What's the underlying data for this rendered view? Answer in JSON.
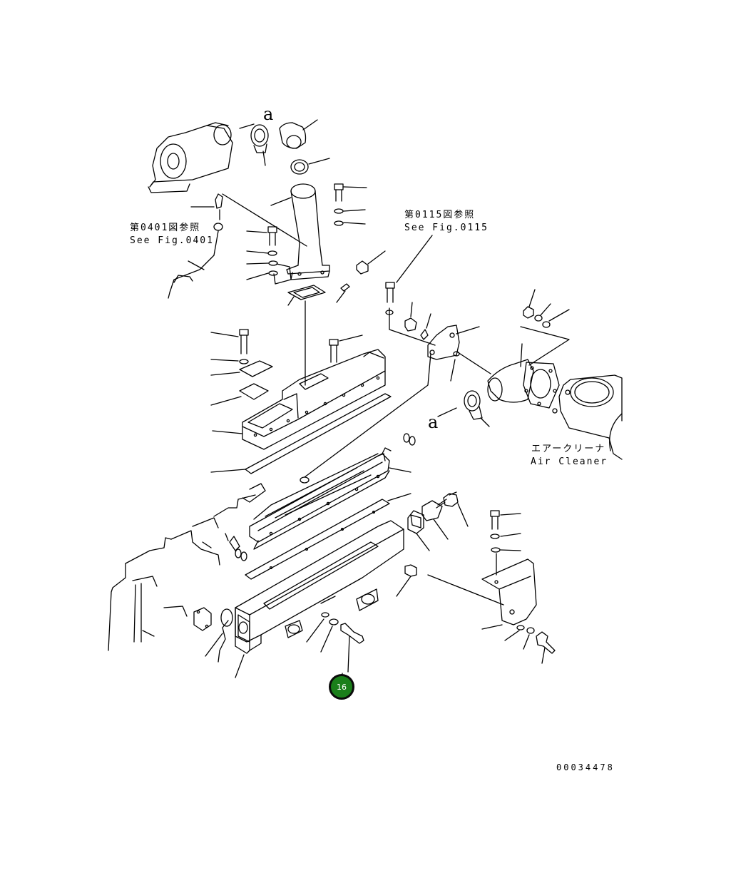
{
  "labels": {
    "fig0401_jp": "第0401図参照",
    "fig0401_en": "See Fig.0401",
    "fig0115_jp": "第0115図参照",
    "fig0115_en": "See Fig.0115",
    "air_cleaner_jp": "エアークリーナ",
    "air_cleaner_en": "Air Cleaner",
    "ref_a": "a",
    "ref_a2": "a"
  },
  "callout": {
    "number": "16",
    "color": "#1b7f1b"
  },
  "document_number": "00034478"
}
